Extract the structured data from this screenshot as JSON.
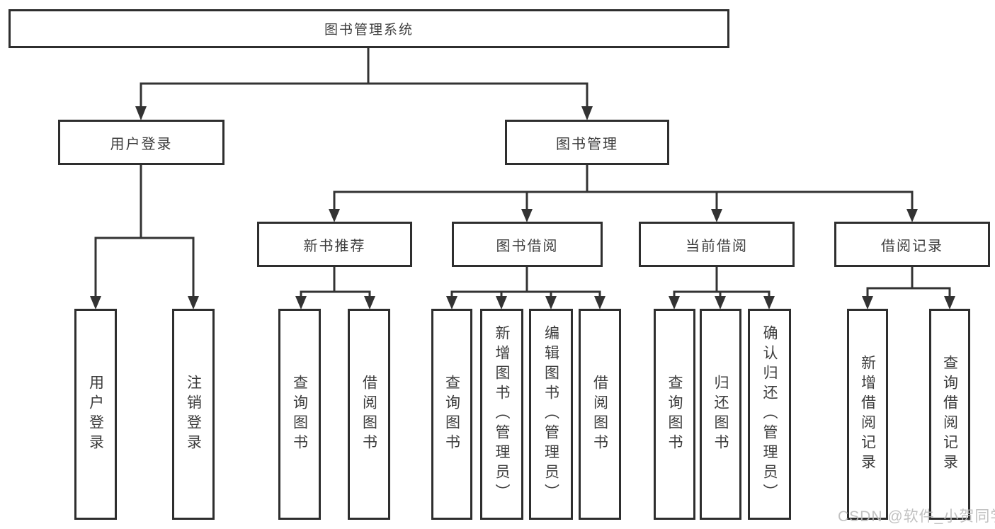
{
  "tree": {
    "root": "图书管理系统",
    "branches": [
      "用户登录",
      "图书管理"
    ],
    "sections": [
      "新书推荐",
      "图书借阅",
      "当前借阅",
      "借阅记录"
    ],
    "leaves": [
      "用户登录",
      "注销登录",
      "查询图书",
      "借阅图书",
      "查询图书",
      "新增图书（管理员）",
      "编辑图书（管理员）",
      "借阅图书",
      "查询图书",
      "归还图书",
      "确认归还（管理员）",
      "新增借阅记录",
      "查询借阅记录"
    ]
  },
  "watermark": "CSDN @软件_小贺同学",
  "colors": {
    "line": "#333333",
    "border": "#2e2e2e",
    "text": "#3d3d3d",
    "watermark": "#bababa",
    "background": "#ffffff"
  }
}
